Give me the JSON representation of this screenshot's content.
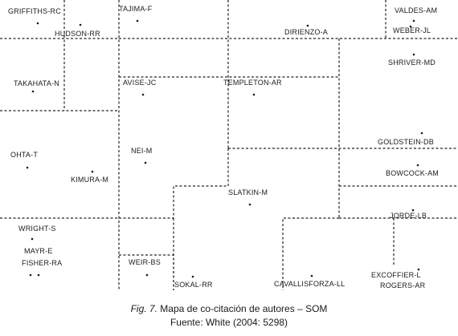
{
  "authors": [
    "GRIFFITHS-RC",
    "HUDSON-RR",
    "TAJIMA-F",
    "DIRIENZO-A",
    "VALDES-AM",
    "WEBER-JL",
    "SHRIVER-MD",
    "TAKAHATA-N",
    "AVISE-JC",
    "TEMPLETON-AR",
    "GOLDSTEIN-DB",
    "OHTA-T",
    "NEI-M",
    "KIMURA-M",
    "BOWCOCK-AM",
    "SLATKIN-M",
    "JORDE-LB",
    "WRIGHT-S",
    "MAYR-E",
    "FISHER-RA",
    "WEIR-BS",
    "SOKAL-RR",
    "CAVALLISFORZA-LL",
    "EXCOFFIER-L",
    "ROGERS-AR"
  ],
  "caption": {
    "fig_label": "Fig. 7.",
    "title": "Mapa de co-citación de autores – SOM",
    "source": "Fuente: White (2004: 5298)"
  }
}
